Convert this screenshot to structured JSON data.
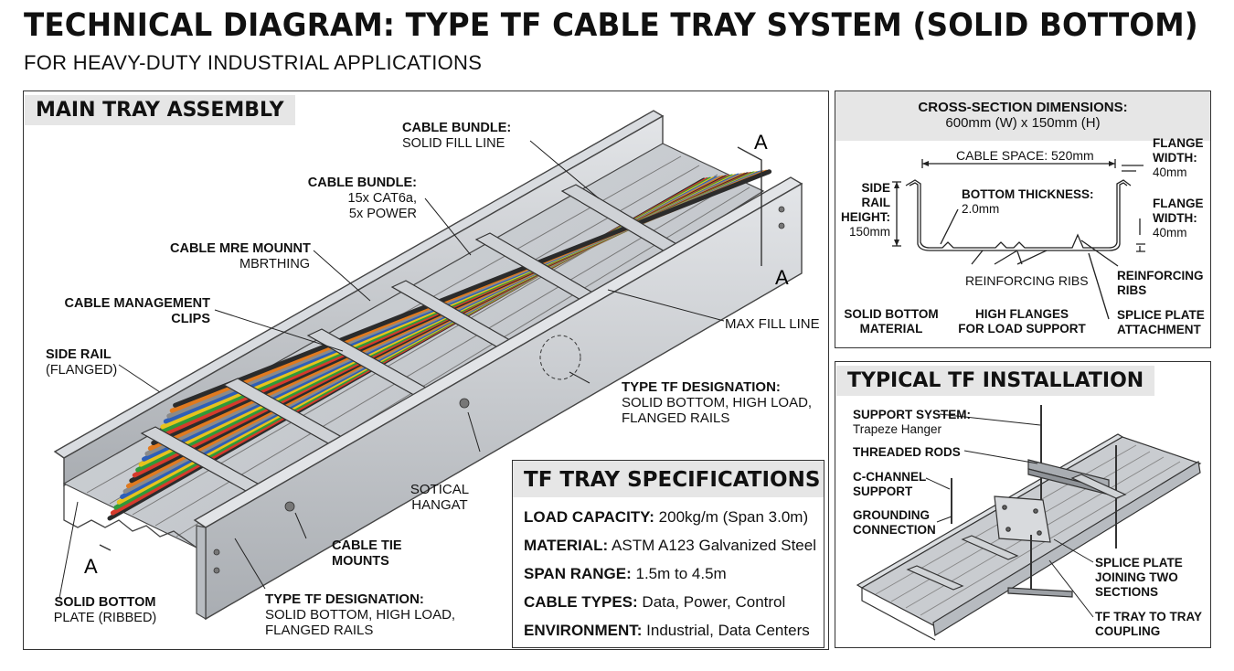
{
  "title": "TECHNICAL DIAGRAM: TYPE TF CABLE TRAY SYSTEM (SOLID BOTTOM)",
  "subtitle": "FOR HEAVY-DUTY INDUSTRIAL APPLICATIONS",
  "main": {
    "title": "MAIN TRAY ASSEMBLY",
    "section_mark": "A",
    "labels": {
      "bundle_fill_1": "CABLE BUNDLE:",
      "bundle_fill_2": "SOLID FILL LINE",
      "bundle_count_1": "CABLE BUNDLE:",
      "bundle_count_2": "15x CAT6a,",
      "bundle_count_3": "5x POWER",
      "mount_1": "CABLE MRE MOUNNT",
      "mount_2": "MBRTHING",
      "clips_1": "CABLE MANAGEMENT",
      "clips_2": "CLIPS",
      "rail_1": "SIDE RAIL",
      "rail_2": "(FLANGED)",
      "maxfill": "MAX FILL LINE",
      "desig_a1": "TYPE TF DESIGNATION:",
      "desig_a2": "SOLID BOTTOM, HIGH LOAD,",
      "desig_a3": "FLANGED RAILS",
      "sotical_1": "SOTICAL",
      "sotical_2": "HANGAT",
      "tie_1": "CABLE TIE",
      "tie_2": "MOUNTS",
      "desig_b1": "TYPE TF DESIGNATION:",
      "desig_b2": "SOLID BOTTOM, HIGH LOAD,",
      "desig_b3": "FLANGED RAILS",
      "plate_1": "SOLID BOTTOM",
      "plate_2": "PLATE (RIBBED)"
    }
  },
  "cross": {
    "title_1": "CROSS-SECTION DIMENSIONS:",
    "title_2": "600mm (W) x 150mm (H)",
    "cable_space": "CABLE SPACE: 520mm",
    "flange_1a": "FLANGE",
    "flange_1b": "WIDTH:",
    "flange_1c": "40mm",
    "flange_2a": "FLANGE",
    "flange_2b": "WIDTH:",
    "flange_2c": "40mm",
    "side_1": "SIDE",
    "side_2": "RAIL",
    "side_3": "HEIGHT:",
    "side_4": "150mm",
    "bottom_1": "BOTTOM THICKNESS:",
    "bottom_2": "2.0mm",
    "ribs_mid": "REINFORCING RIBS",
    "ribs_r1": "REINFORCING",
    "ribs_r2": "RIBS",
    "solid_1": "SOLID BOTTOM",
    "solid_2": "MATERIAL",
    "high_1": "HIGH FLANGES",
    "high_2": "FOR LOAD SUPPORT",
    "splice_1": "SPLICE PLATE",
    "splice_2": "ATTACHMENT"
  },
  "install": {
    "title": "TYPICAL TF INSTALLATION",
    "support_1": "SUPPORT SYSTEM:",
    "support_2": "Trapeze Hanger",
    "rods": "THREADED RODS",
    "cchan_1": "C-CHANNEL",
    "cchan_2": "SUPPORT",
    "ground_1": "GROUNDING",
    "ground_2": "CONNECTION",
    "splice_1": "SPLICE PLATE",
    "splice_2": "JOINING TWO",
    "splice_3": "SECTIONS",
    "coupling_1": "TF TRAY TO TRAY",
    "coupling_2": "COUPLING"
  },
  "specs": {
    "title": "TF TRAY SPECIFICATIONS",
    "rows": [
      {
        "key": "LOAD CAPACITY:",
        "value": "200kg/m (Span 3.0m)"
      },
      {
        "key": "MATERIAL:",
        "value": "ASTM A123 Galvanized Steel"
      },
      {
        "key": "SPAN RANGE:",
        "value": "1.5m to 4.5m"
      },
      {
        "key": "CABLE TYPES:",
        "value": "Data, Power, Control"
      },
      {
        "key": "ENVIRONMENT:",
        "value": "Industrial, Data Centers"
      }
    ]
  },
  "colors": {
    "cable_colors": [
      "#2b2b2b",
      "#d63a2c",
      "#2f9a3a",
      "#e6c21d",
      "#2e5fb8",
      "#8a8a8a",
      "#e07a1f"
    ],
    "steel": "#c9ccd0",
    "panel_header": "#e6e6e6"
  }
}
